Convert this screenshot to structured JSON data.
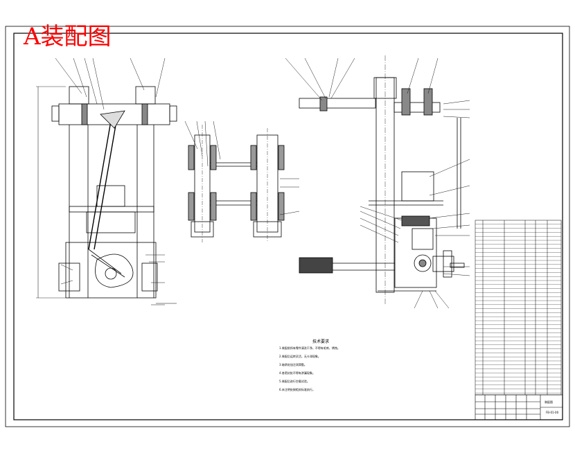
{
  "title": "A装配图",
  "technical_requirements": {
    "heading": "技术要求",
    "notes": [
      "1.装配前所有零件清洗干净，不得有毛刺、锈蚀。",
      "2.装配后运转灵活，无卡滞现象。",
      "3.轴承处加注润滑脂。",
      "4.各密封处不得有渗漏现象。",
      "5.装配后进行空载试验。",
      "6.未注明处按相关标准执行。"
    ]
  },
  "title_block": {
    "drawing_name": "装配图",
    "drawing_number": "FB-01-00"
  },
  "colors": {
    "title": "#ff0000",
    "line": "#000000",
    "leader": "#1a1a1a"
  }
}
